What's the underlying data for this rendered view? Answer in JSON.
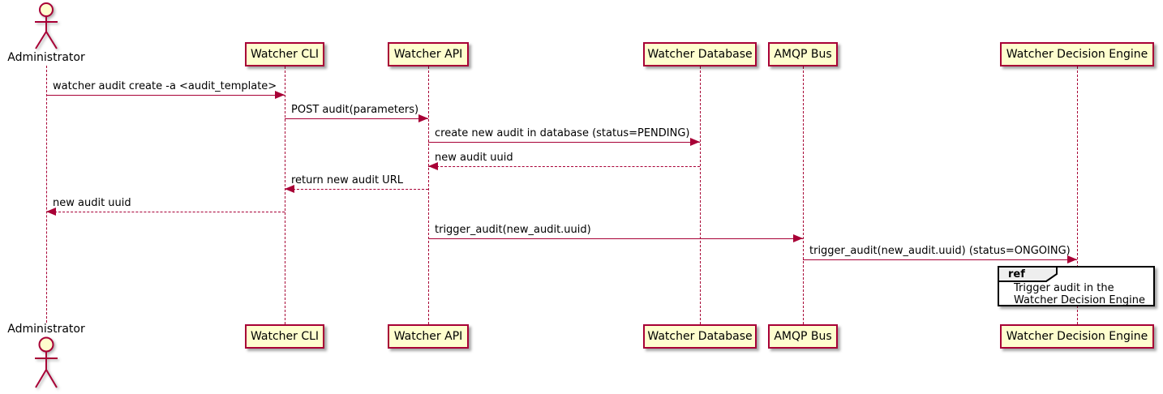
{
  "actor": {
    "label": "Administrator"
  },
  "participants": [
    {
      "label": "Watcher CLI"
    },
    {
      "label": "Watcher API"
    },
    {
      "label": "Watcher Database"
    },
    {
      "label": "AMQP Bus"
    },
    {
      "label": "Watcher Decision Engine"
    }
  ],
  "messages": [
    {
      "from": "Administrator",
      "to": "Watcher CLI",
      "label": "watcher audit create -a <audit_template>",
      "line": "solid",
      "direction": "right"
    },
    {
      "from": "Watcher CLI",
      "to": "Watcher API",
      "label": "POST audit(parameters)",
      "line": "solid",
      "direction": "right"
    },
    {
      "from": "Watcher API",
      "to": "Watcher Database",
      "label": "create new audit in database (status=PENDING)",
      "line": "solid",
      "direction": "right"
    },
    {
      "from": "Watcher Database",
      "to": "Watcher API",
      "label": "new audit uuid",
      "line": "dashed",
      "direction": "left"
    },
    {
      "from": "Watcher API",
      "to": "Watcher CLI",
      "label": "return new audit URL",
      "line": "dashed",
      "direction": "left"
    },
    {
      "from": "Watcher CLI",
      "to": "Administrator",
      "label": "new audit uuid",
      "line": "dashed",
      "direction": "left"
    },
    {
      "from": "Watcher API",
      "to": "AMQP Bus",
      "label": "trigger_audit(new_audit.uuid)",
      "line": "solid",
      "direction": "right"
    },
    {
      "from": "AMQP Bus",
      "to": "Watcher Decision Engine",
      "label": "trigger_audit(new_audit.uuid) (status=ONGOING)",
      "line": "solid",
      "direction": "right"
    }
  ],
  "ref_fragment": {
    "keyword": "ref",
    "line1": "Trigger audit in the",
    "line2": "Watcher Decision Engine"
  },
  "colors": {
    "participant_fill": "#FEFECE",
    "participant_border": "#A80036",
    "lifeline": "#A80036",
    "arrow": "#A80036",
    "text": "#000000",
    "ref_border": "#000000",
    "ref_header_fill": "#EEEEEE",
    "background": "#FFFFFF"
  }
}
